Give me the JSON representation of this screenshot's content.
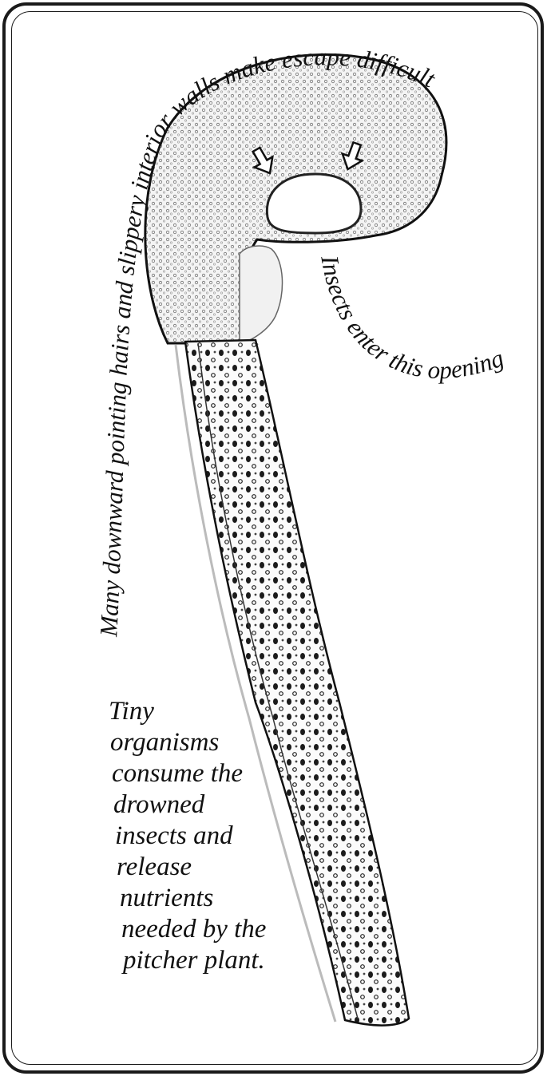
{
  "labels": {
    "hairs_walls": "Many downward pointing hairs and slippery interior walls make escape difficult",
    "opening": "Insects enter this opening",
    "organisms": {
      "lines": [
        "Tiny",
        "organisms",
        "consume the",
        "drowned",
        "insects and",
        "release",
        "nutrients",
        "needed by the",
        "pitcher plant."
      ]
    }
  },
  "icons": {
    "pointer": "arrow-down-icon"
  },
  "colors": {
    "ink": "#111111",
    "frame": "#1a1a1a",
    "background": "#ffffff"
  }
}
